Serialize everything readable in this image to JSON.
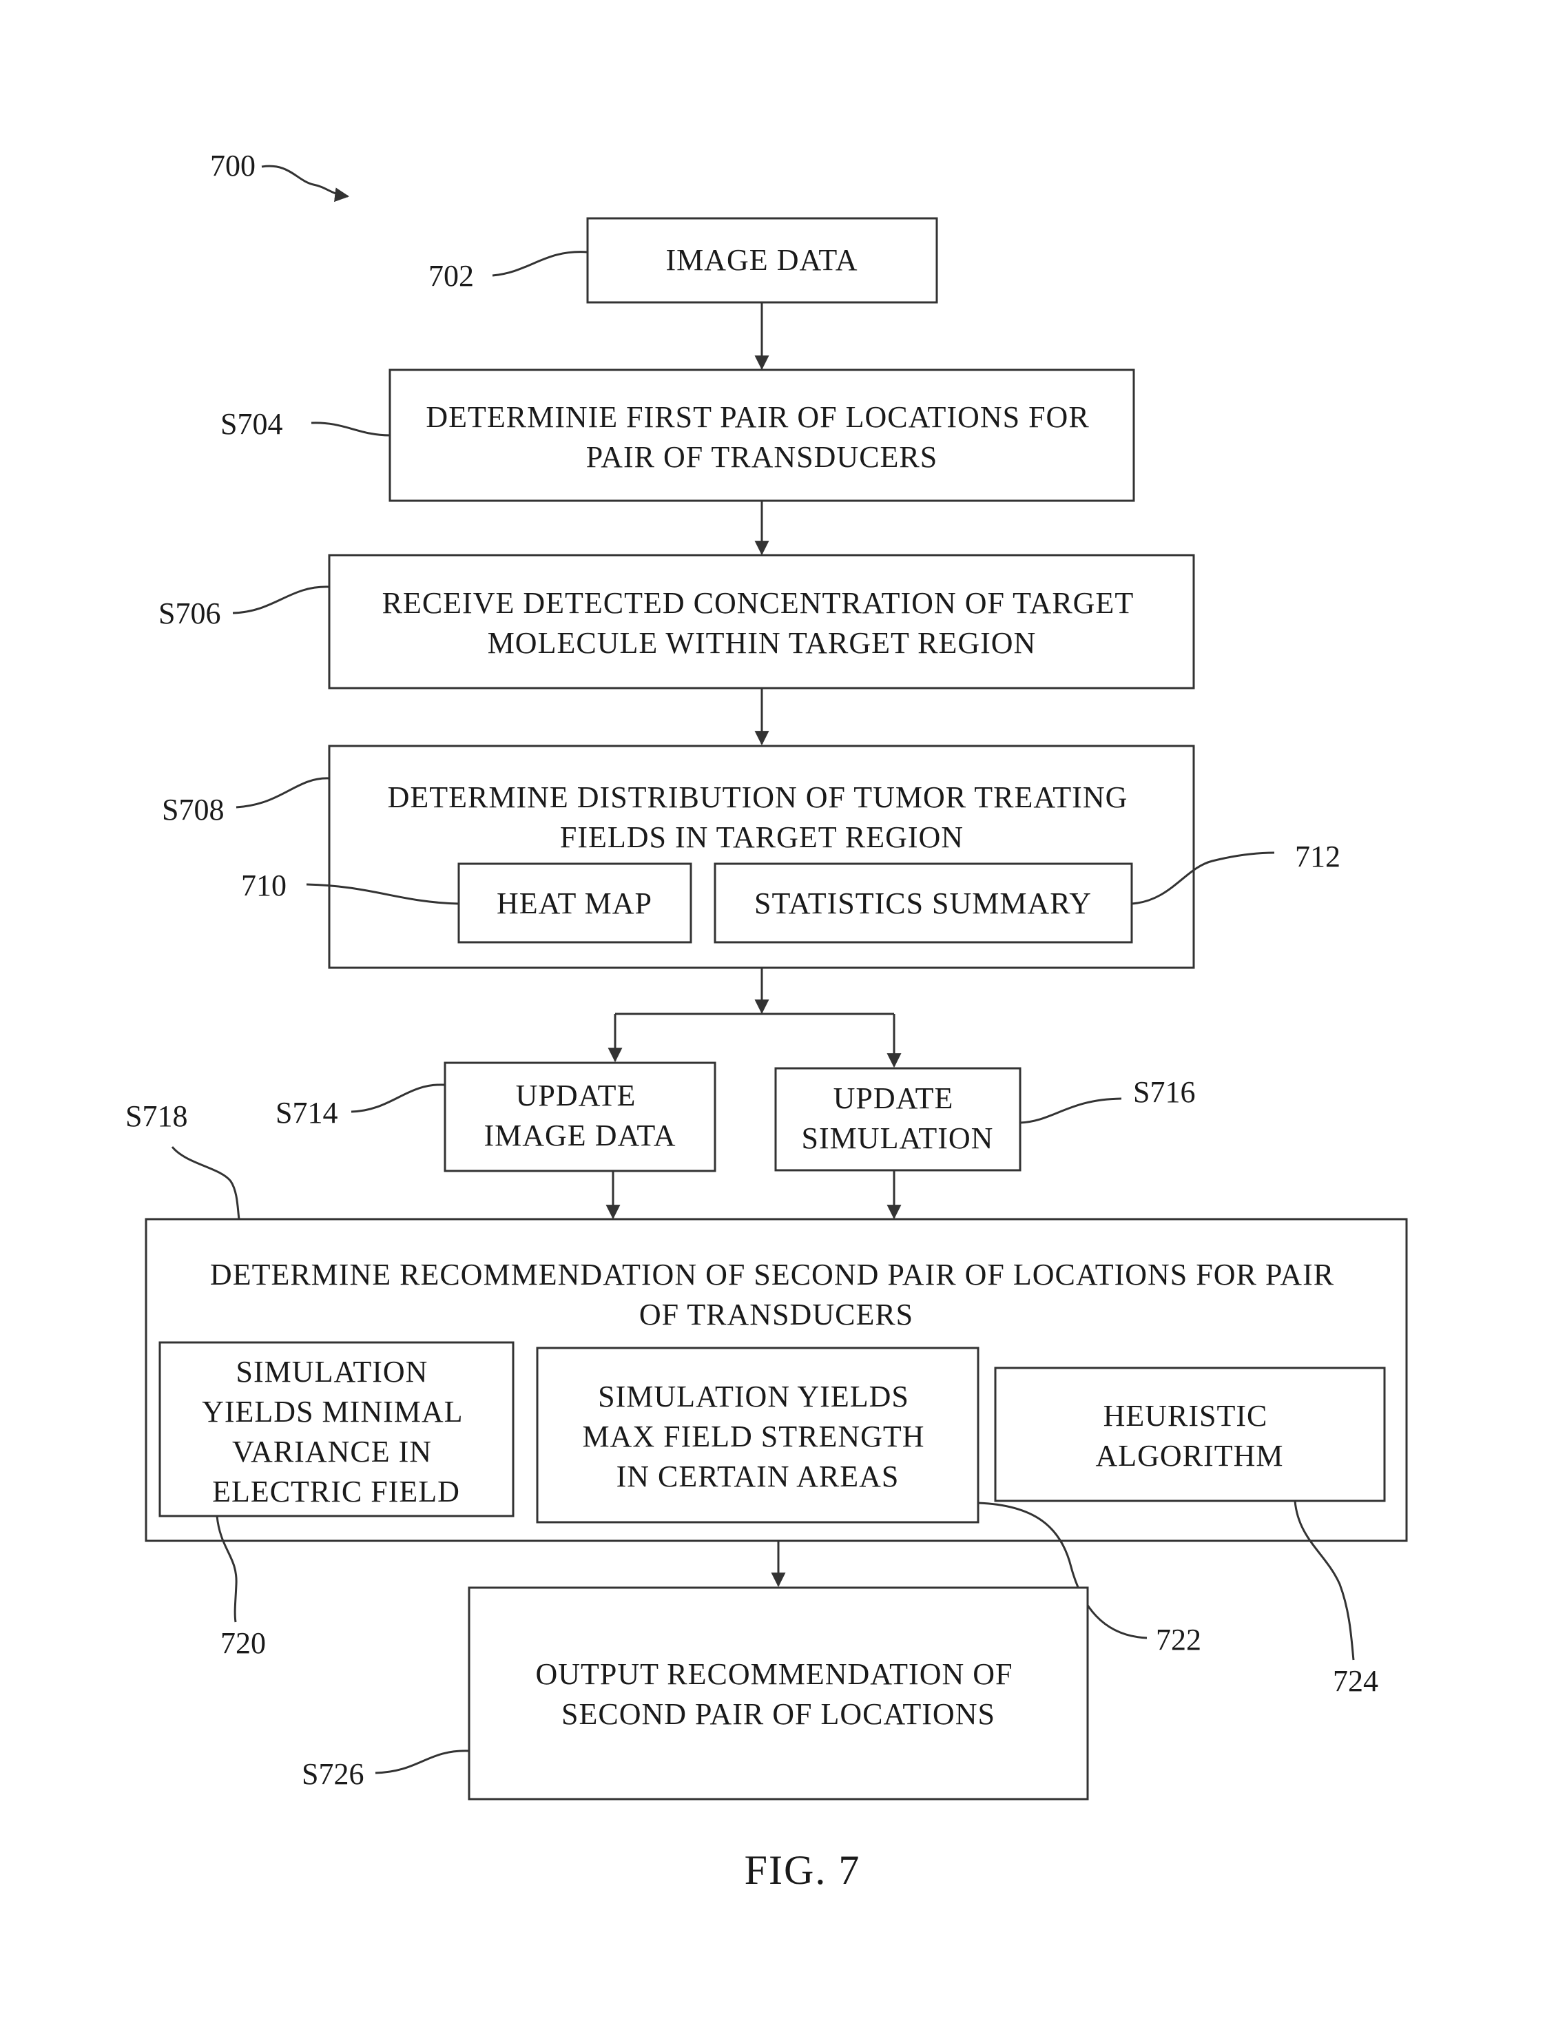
{
  "figure_label": "FIG. 7",
  "refs": {
    "r700": "700",
    "r702": "702",
    "s704": "S704",
    "s706": "S706",
    "s708": "S708",
    "r710": "710",
    "r712": "712",
    "s714": "S714",
    "s716": "S716",
    "s718": "S718",
    "r720": "720",
    "r722": "722",
    "r724": "724",
    "s726": "S726"
  },
  "boxes": {
    "image_data": [
      "IMAGE DATA"
    ],
    "s704": [
      "DETERMINIE FIRST PAIR OF LOCATIONS FOR",
      "PAIR OF TRANSDUCERS"
    ],
    "s706": [
      "RECEIVE DETECTED CONCENTRATION OF TARGET",
      "MOLECULE WITHIN TARGET REGION"
    ],
    "s708": [
      "DETERMINE DISTRIBUTION OF TUMOR TREATING",
      "FIELDS IN TARGET REGION"
    ],
    "heat_map": [
      "HEAT MAP"
    ],
    "stats": [
      "STATISTICS SUMMARY"
    ],
    "s714": [
      "UPDATE",
      "IMAGE DATA"
    ],
    "s716": [
      "UPDATE",
      "SIMULATION"
    ],
    "s718": [
      "DETERMINE RECOMMENDATION OF SECOND PAIR OF LOCATIONS FOR PAIR",
      "OF TRANSDUCERS"
    ],
    "b720": [
      "SIMULATION",
      "YIELDS MINIMAL",
      "VARIANCE IN",
      "ELECTRIC FIELD"
    ],
    "b722": [
      "SIMULATION YIELDS",
      "MAX FIELD STRENGTH",
      "IN CERTAIN AREAS"
    ],
    "b724": [
      "HEURISTIC",
      "ALGORITHM"
    ],
    "s726": [
      "OUTPUT RECOMMENDATION OF",
      "SECOND PAIR OF LOCATIONS"
    ]
  }
}
